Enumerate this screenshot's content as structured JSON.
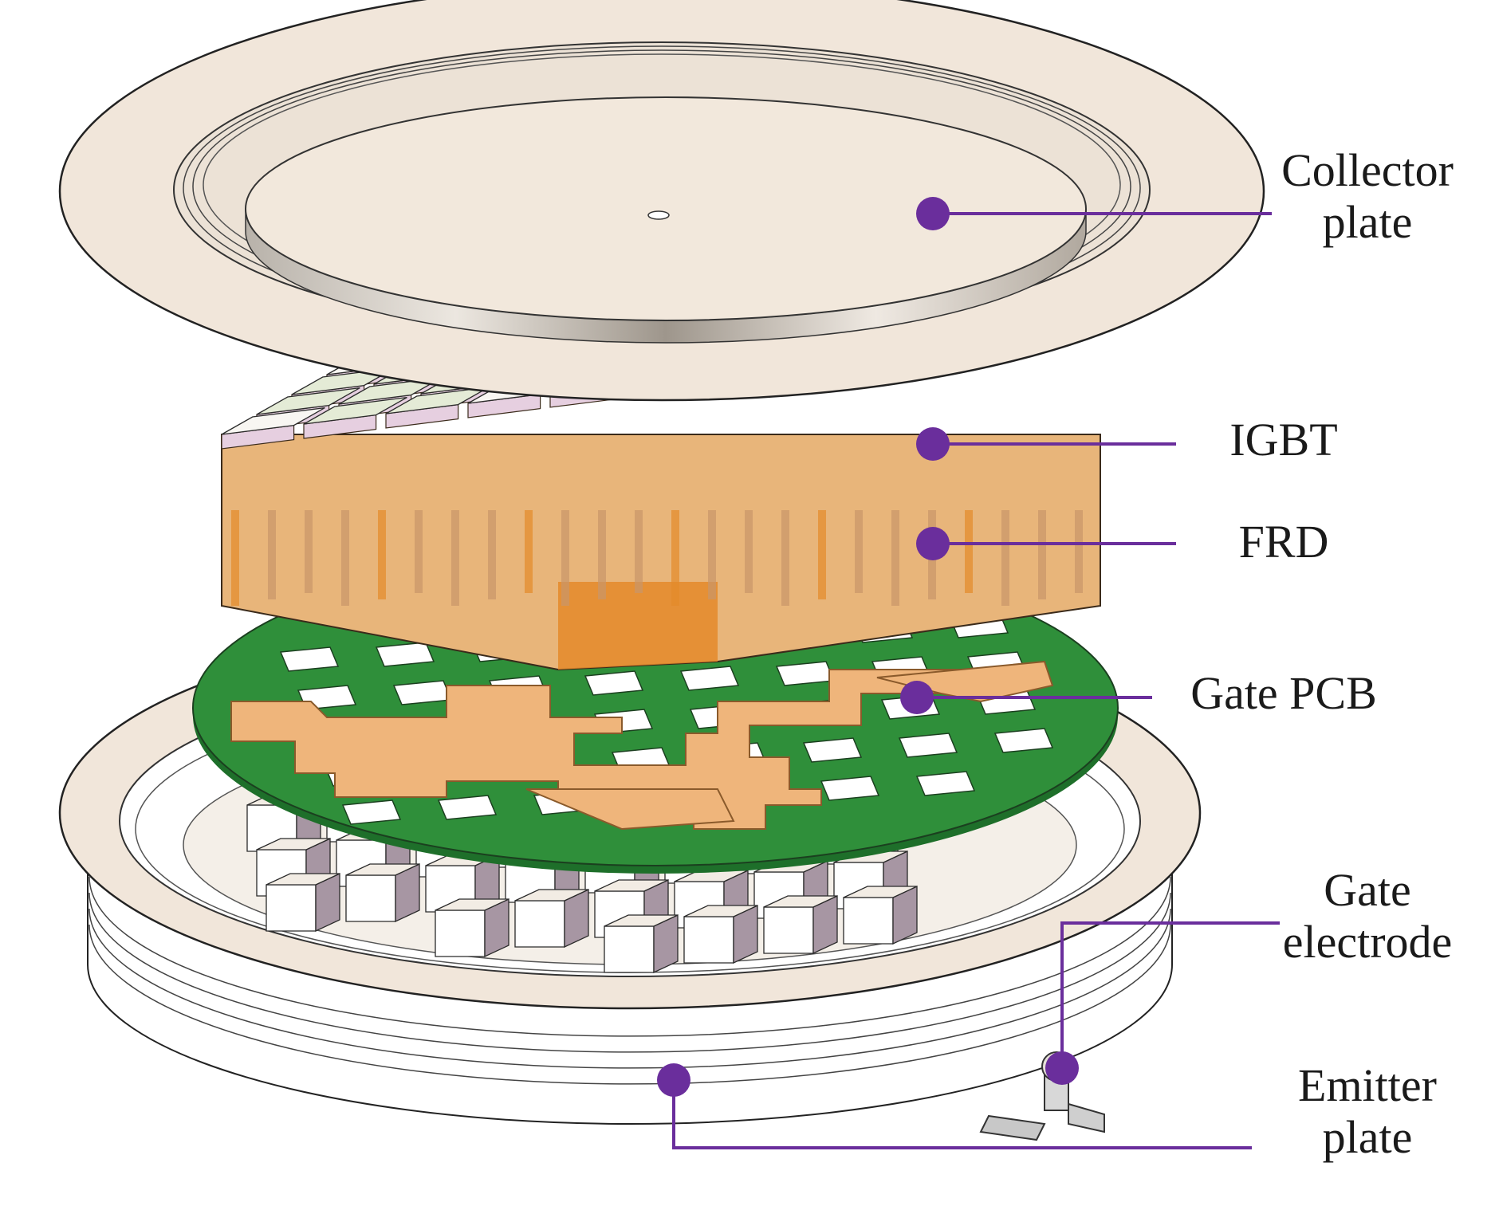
{
  "labels": {
    "collector_plate": [
      "Collector",
      "plate"
    ],
    "igbt": "IGBT",
    "frd": "FRD",
    "gate_pcb": "Gate PCB",
    "gate_electrode": [
      "Gate",
      "electrode"
    ],
    "emitter_plate": [
      "Emitter",
      "plate"
    ]
  },
  "colors": {
    "callout": "#6a2e9c",
    "plate": "#f1e6da",
    "pcb": "#2f8f3a",
    "trace": "#efb57b",
    "chip_top": "#e4ebd6",
    "chip_white": "#f8f6f2",
    "chip_side": "#e8b57a",
    "pillar": "#a796a3",
    "pillar_top": "#f2ece4"
  },
  "grid": {
    "rows": 6,
    "cols": 8
  }
}
